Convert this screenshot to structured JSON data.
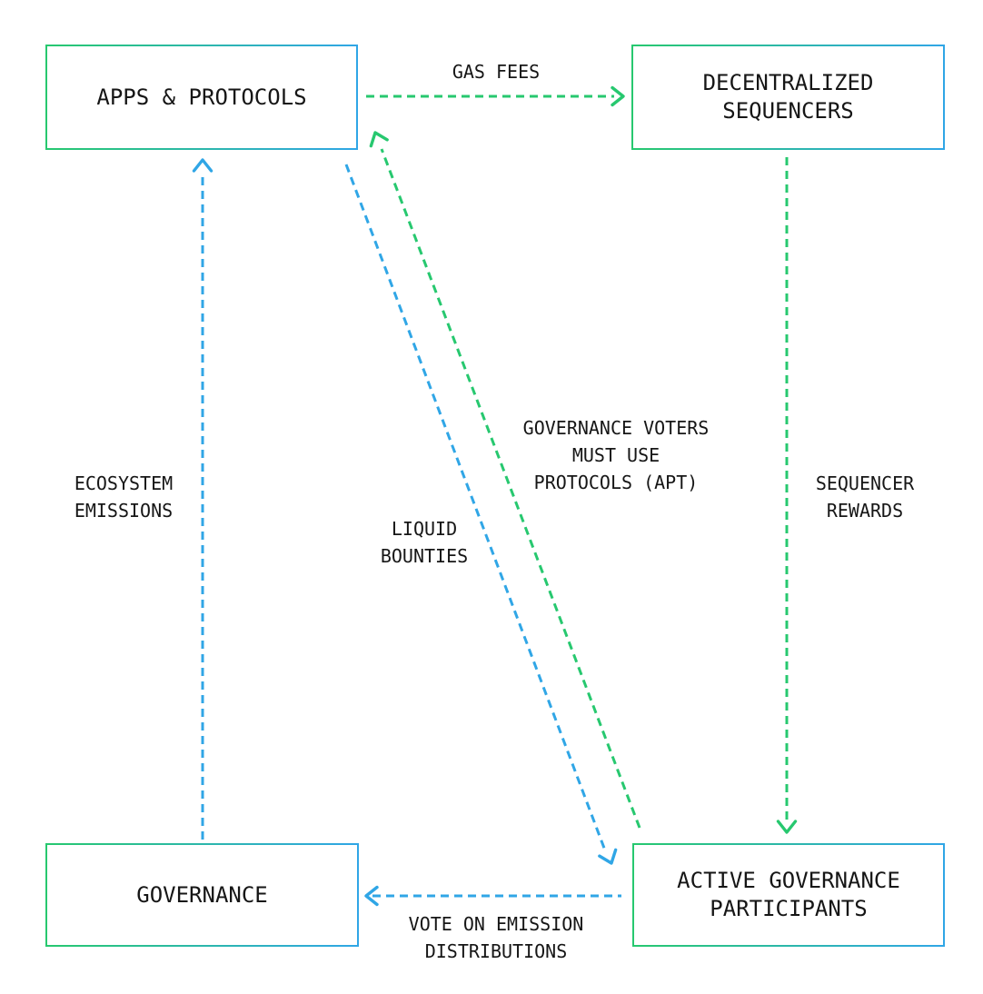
{
  "colors": {
    "green": "#27c86f",
    "blue": "#30a6e6",
    "text": "#161616",
    "background": "#ffffff"
  },
  "diagram": {
    "nodes": {
      "apps_protocols": {
        "lines": [
          "APPS & PROTOCOLS"
        ]
      },
      "decentralized_sequencers": {
        "lines": [
          "DECENTRALIZED",
          "SEQUENCERS"
        ]
      },
      "governance": {
        "lines": [
          "GOVERNANCE"
        ]
      },
      "active_governance_participants": {
        "lines": [
          "ACTIVE GOVERNANCE",
          "PARTICIPANTS"
        ]
      }
    },
    "edges": {
      "gas_fees": {
        "label_lines": [
          "GAS FEES"
        ],
        "color": "green",
        "from": "APPS & PROTOCOLS",
        "to": "DECENTRALIZED SEQUENCERS"
      },
      "sequencer_rewards": {
        "label_lines": [
          "SEQUENCER",
          "REWARDS"
        ],
        "color": "green",
        "from": "DECENTRALIZED SEQUENCERS",
        "to": "ACTIVE GOVERNANCE PARTICIPANTS"
      },
      "governance_voters_must_use_protocols": {
        "label_lines": [
          "GOVERNANCE VOTERS",
          "MUST USE",
          "PROTOCOLS (APT)"
        ],
        "color": "green",
        "from": "ACTIVE GOVERNANCE PARTICIPANTS",
        "to": "APPS & PROTOCOLS"
      },
      "liquid_bounties": {
        "label_lines": [
          "LIQUID",
          "BOUNTIES"
        ],
        "color": "blue",
        "from": "APPS & PROTOCOLS",
        "to": "ACTIVE GOVERNANCE PARTICIPANTS"
      },
      "vote_on_emission_distributions": {
        "label_lines": [
          "VOTE ON EMISSION",
          "DISTRIBUTIONS"
        ],
        "color": "blue",
        "from": "ACTIVE GOVERNANCE PARTICIPANTS",
        "to": "GOVERNANCE"
      },
      "ecosystem_emissions": {
        "label_lines": [
          "ECOSYSTEM",
          "EMISSIONS"
        ],
        "color": "blue",
        "from": "GOVERNANCE",
        "to": "APPS & PROTOCOLS"
      }
    }
  }
}
